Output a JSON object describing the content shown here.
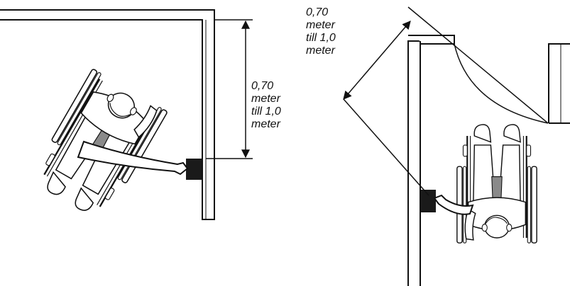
{
  "colors": {
    "line": "#111111",
    "fill": "#ffffff",
    "shade": "#8a8a8a",
    "button": "#1a1a1a"
  },
  "diagrams": [
    {
      "name": "side-approach",
      "label_lines": [
        "0,70",
        "meter",
        "till 1,0",
        "meter"
      ]
    },
    {
      "name": "front-approach",
      "label_lines": [
        "0,70",
        "meter",
        "till 1,0",
        "meter"
      ]
    }
  ]
}
